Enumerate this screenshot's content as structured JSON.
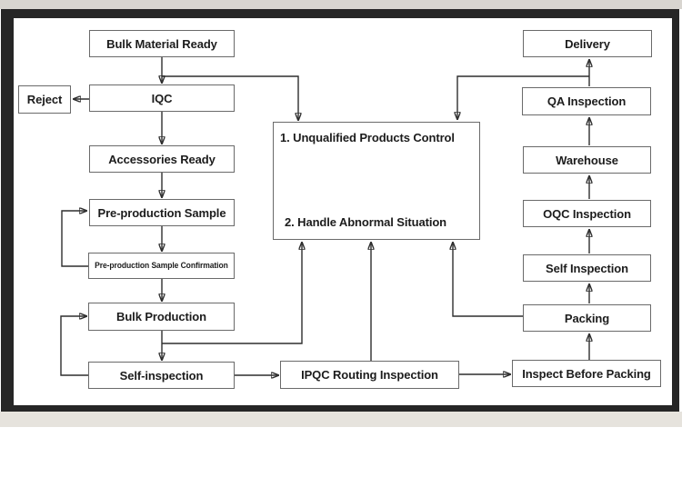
{
  "diagram": {
    "type": "flowchart",
    "nodes": {
      "bulk_material_ready": {
        "label": "Bulk Material Ready"
      },
      "reject": {
        "label": "Reject"
      },
      "iqc": {
        "label": "IQC"
      },
      "accessories_ready": {
        "label": "Accessories Ready"
      },
      "pre_production_sample": {
        "label": "Pre-production Sample"
      },
      "pre_production_sample_confirmation": {
        "label": "Pre-production Sample Confirmation"
      },
      "bulk_production": {
        "label": "Bulk Production"
      },
      "self_inspection": {
        "label": "Self-inspection"
      },
      "control_box": {
        "line1": "1. Unqualified Products Control",
        "line2": "2. Handle Abnormal Situation"
      },
      "ipqc_routing_inspection": {
        "label": "IPQC Routing Inspection"
      },
      "inspect_before_packing": {
        "label": "Inspect Before Packing"
      },
      "packing": {
        "label": "Packing"
      },
      "self_inspection_final": {
        "label": "Self Inspection"
      },
      "oqc_inspection": {
        "label": "OQC Inspection"
      },
      "warehouse": {
        "label": "Warehouse"
      },
      "qa_inspection": {
        "label": "QA Inspection"
      },
      "delivery": {
        "label": "Delivery"
      }
    },
    "edges": [
      {
        "from": "bulk_material_ready",
        "to": "iqc"
      },
      {
        "from": "bulk_material_ready",
        "to": "control_box"
      },
      {
        "from": "iqc",
        "to": "reject"
      },
      {
        "from": "iqc",
        "to": "accessories_ready"
      },
      {
        "from": "accessories_ready",
        "to": "pre_production_sample"
      },
      {
        "from": "pre_production_sample",
        "to": "pre_production_sample_confirmation"
      },
      {
        "from": "pre_production_sample_confirmation",
        "to": "pre_production_sample"
      },
      {
        "from": "pre_production_sample_confirmation",
        "to": "bulk_production"
      },
      {
        "from": "bulk_production",
        "to": "self_inspection"
      },
      {
        "from": "bulk_production",
        "to": "control_box"
      },
      {
        "from": "self_inspection",
        "to": "bulk_production"
      },
      {
        "from": "self_inspection",
        "to": "ipqc_routing_inspection"
      },
      {
        "from": "ipqc_routing_inspection",
        "to": "control_box"
      },
      {
        "from": "ipqc_routing_inspection",
        "to": "inspect_before_packing"
      },
      {
        "from": "inspect_before_packing",
        "to": "packing"
      },
      {
        "from": "packing",
        "to": "control_box"
      },
      {
        "from": "packing",
        "to": "self_inspection_final"
      },
      {
        "from": "self_inspection_final",
        "to": "oqc_inspection"
      },
      {
        "from": "oqc_inspection",
        "to": "warehouse"
      },
      {
        "from": "warehouse",
        "to": "qa_inspection"
      },
      {
        "from": "qa_inspection",
        "to": "delivery"
      },
      {
        "from": "qa_inspection",
        "to": "control_box"
      }
    ],
    "colors": {
      "frame": "#262626",
      "box_border": "#6a6a6a",
      "arrow_line": "#2e2e2e",
      "strip_top": "#d8d5d0",
      "strip_bottom": "#e6e3dd",
      "canvas": "#ffffff"
    }
  }
}
